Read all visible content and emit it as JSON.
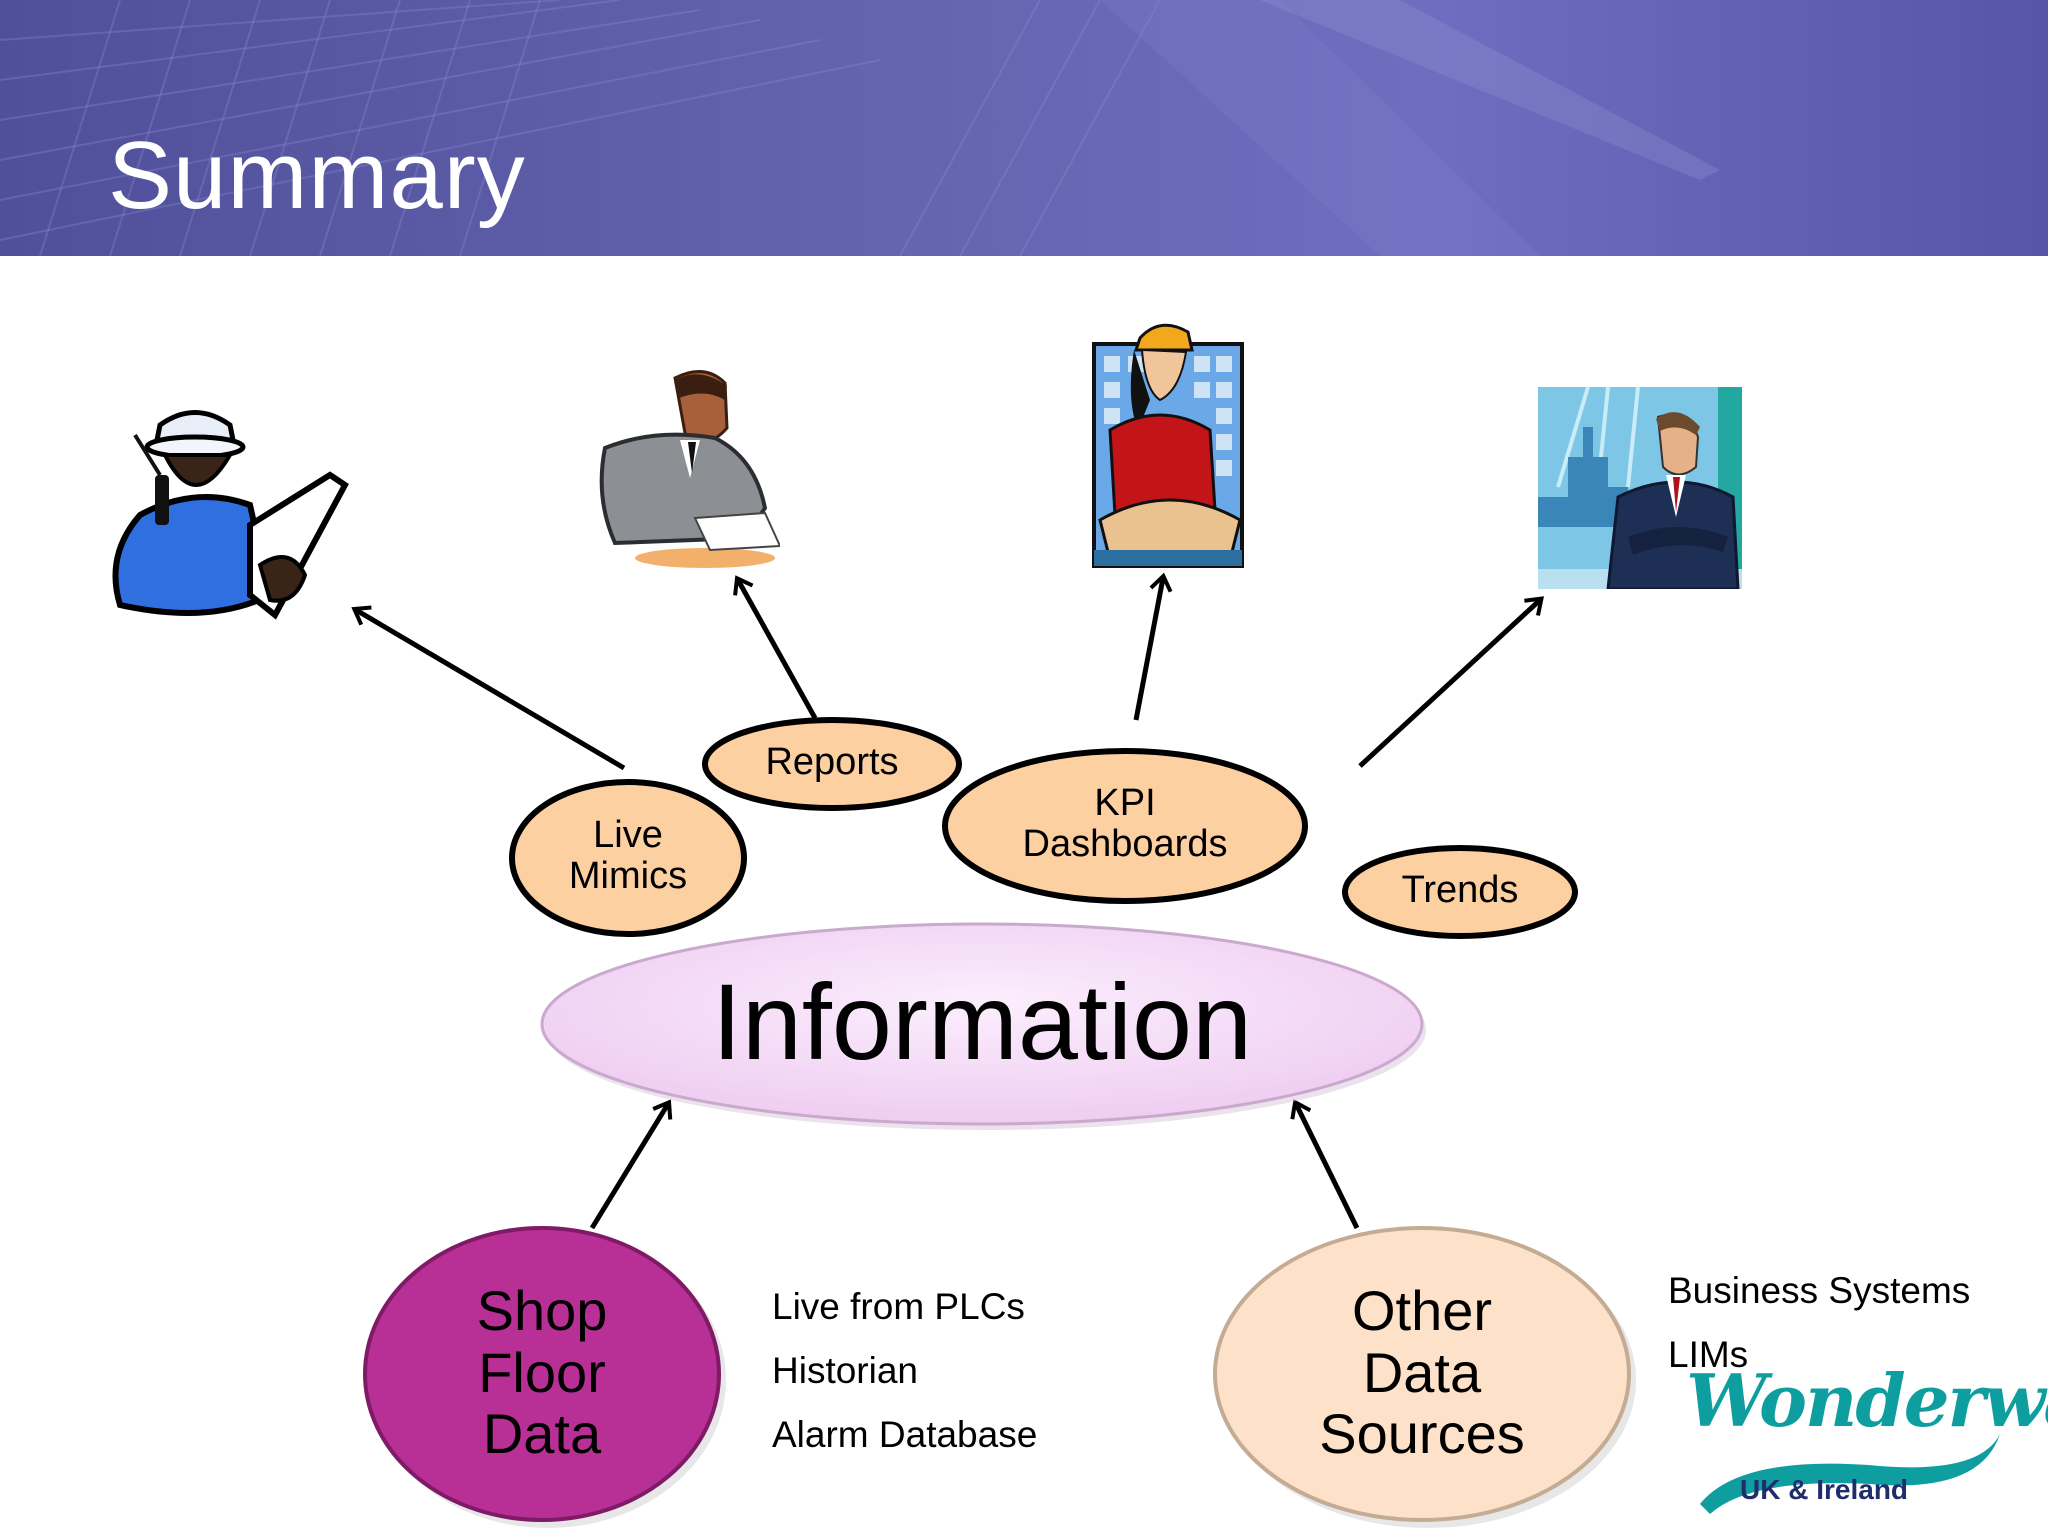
{
  "slide": {
    "title": "Summary"
  },
  "diagram": {
    "center": "Information",
    "outputs": [
      {
        "id": "live-mimics",
        "lines": [
          "Live",
          "Mimics"
        ]
      },
      {
        "id": "reports",
        "lines": [
          "Reports"
        ]
      },
      {
        "id": "kpi-dashboards",
        "lines": [
          "KPI",
          "Dashboards"
        ]
      },
      {
        "id": "trends",
        "lines": [
          "Trends"
        ]
      }
    ],
    "sources": [
      {
        "id": "shop-floor",
        "lines": [
          "Shop",
          "Floor",
          "Data"
        ],
        "details": [
          "Live from PLCs",
          "Historian",
          "Alarm Database"
        ]
      },
      {
        "id": "other-data",
        "lines": [
          "Other",
          "Data",
          "Sources"
        ],
        "details": [
          "Business Systems",
          "LIMs"
        ]
      }
    ]
  },
  "logo": {
    "wordmark": "Wonderware",
    "subtitle": "UK & Ireland"
  },
  "colors": {
    "header": "#5c5cae",
    "output_fill": "#fdd0a2",
    "center_fill": "#f2d6f4",
    "shop_floor_fill": "#b82f96",
    "other_data_fill": "#fde2c9",
    "logo_teal": "#0e9ea0"
  }
}
